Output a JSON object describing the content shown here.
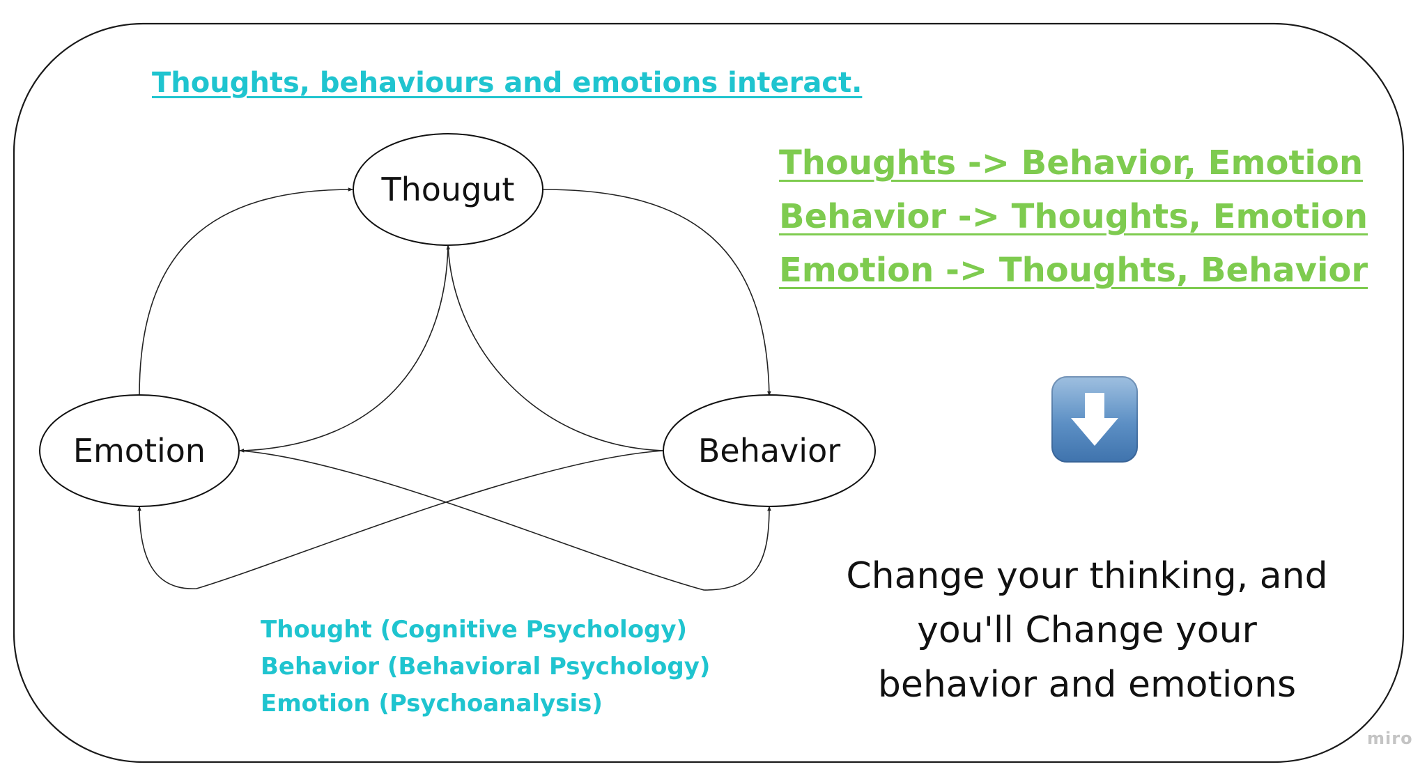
{
  "heading": "Thoughts, behaviours and emotions interact.",
  "nodes": {
    "thought": "Thougut",
    "emotion": "Emotion",
    "behavior": "Behavior"
  },
  "relations": [
    "Thoughts -> Behavior, Emotion",
    "Behavior -> Thoughts, Emotion",
    "Emotion -> Thoughts, Behavior"
  ],
  "takeaway": [
    "Change your thinking, and",
    "you'll Change your",
    "behavior and emotions"
  ],
  "schools": [
    "Thought (Cognitive Psychology)",
    "Behavior (Behavioral Psychology)",
    "Emotion (Psychoanalysis)"
  ],
  "watermark": "miro",
  "icons": {
    "arrow": "down-arrow-icon"
  },
  "colors": {
    "heading": "#1fc4cf",
    "relations": "#7ecb4f",
    "schools": "#1fc4cf",
    "outline": "#1a1a1a",
    "watermark": "#c4c4c4"
  }
}
